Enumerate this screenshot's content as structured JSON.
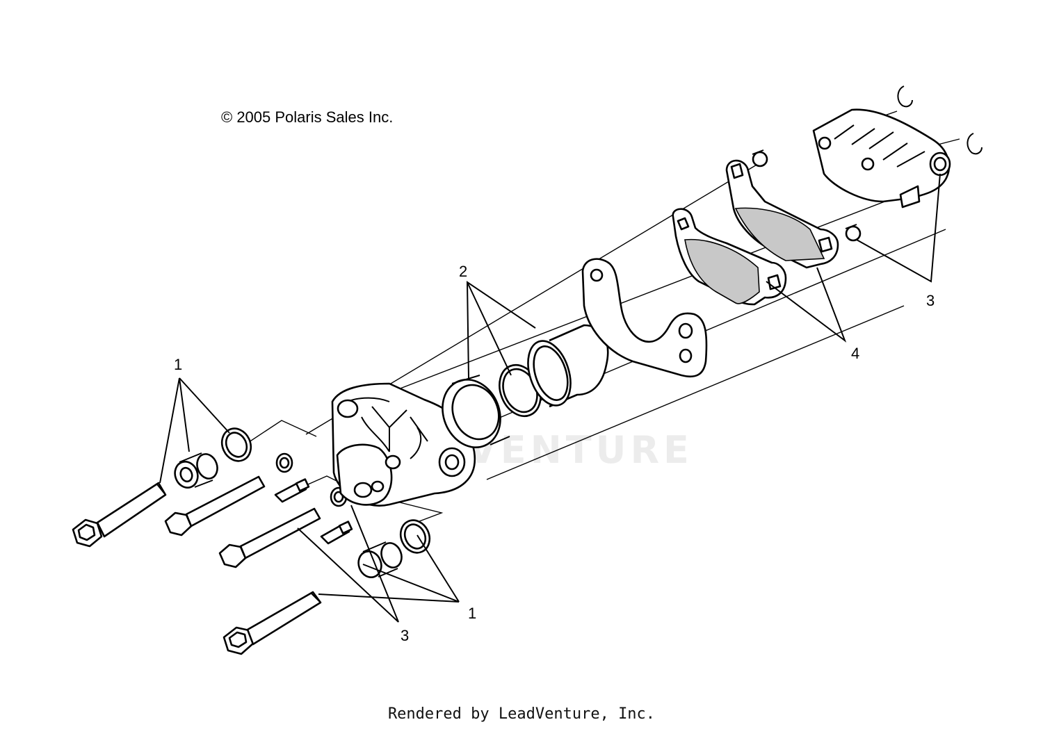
{
  "diagram": {
    "copyright": "© 2005 Polaris Sales Inc.",
    "footer": "Rendered by LeadVenture, Inc.",
    "watermark": "LEADVENTURE",
    "callouts": [
      {
        "id": "c1a",
        "label": "1"
      },
      {
        "id": "c1b",
        "label": "1"
      },
      {
        "id": "c2",
        "label": "2"
      },
      {
        "id": "c3a",
        "label": "3"
      },
      {
        "id": "c3b",
        "label": "3"
      },
      {
        "id": "c4",
        "label": "4"
      }
    ]
  },
  "colors": {
    "line": "#000000",
    "background": "#ffffff",
    "pad_shade": "#c8c8c8"
  }
}
